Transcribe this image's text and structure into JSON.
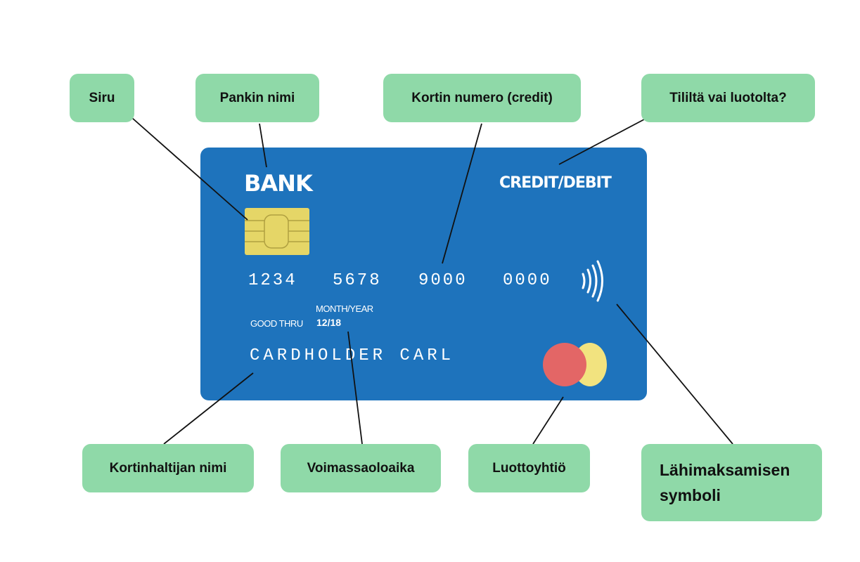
{
  "card": {
    "bank": "BANK",
    "type": "CREDIT/DEBIT",
    "number_groups": [
      "1234",
      "5678",
      "9000",
      "0000"
    ],
    "month_year_label": "MONTH/YEAR",
    "good_thru_label": "GOOD THRU",
    "expiry": "12/18",
    "cardholder": "CARDHOLDER CARL",
    "colors": {
      "card": "#1e73bc",
      "chip": "#e5d667",
      "circle_red": "#e36666",
      "circle_yellow": "#f2e37f"
    }
  },
  "labels": {
    "chip": "Siru",
    "bank_name": "Pankin nimi",
    "card_number": "Kortin numero (credit)",
    "debit_or_credit": "Tililtä vai luotolta?",
    "cardholder_name": "Kortinhaltijan nimi",
    "validity": "Voimassaoloaika",
    "credit_company": "Luottoyhtiö",
    "contactless_line1": "Lähimaksamisen",
    "contactless_line2": "symboli",
    "box_color": "#8fd9a8"
  }
}
